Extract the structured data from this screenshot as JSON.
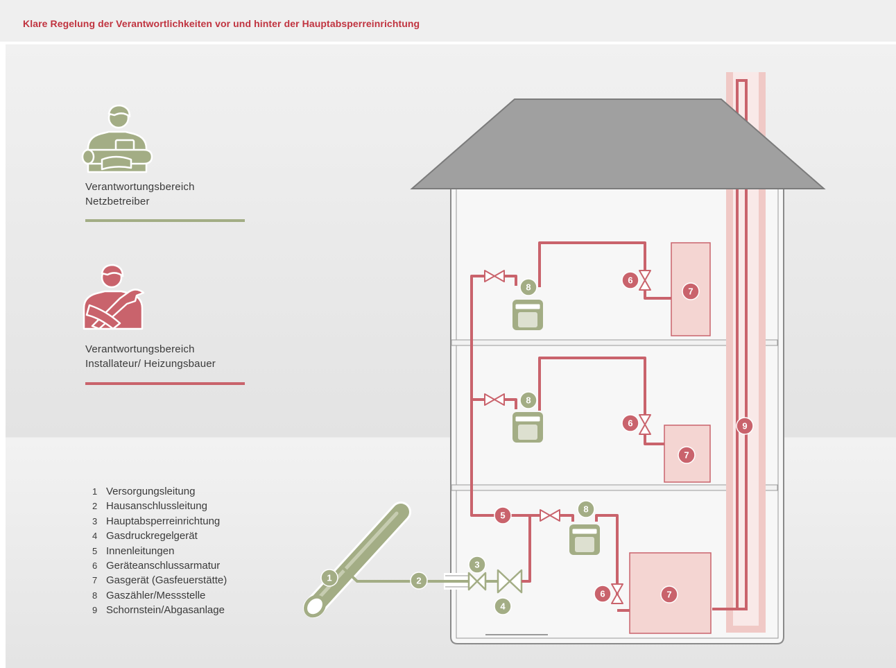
{
  "title": "Klare Regelung der Verantwortlichkeiten vor und hinter der Hauptabsperreinrichtung",
  "legend": [
    {
      "line1": "Verantwortungsbereich",
      "line2": "Netzbetreiber",
      "color": "#a3ad85"
    },
    {
      "line1": "Verantwortungsbereich",
      "line2": "Installateur/ Heizungsbauer",
      "color": "#c9636c"
    }
  ],
  "parts": [
    {
      "num": "1",
      "label": "Versorgungsleitung"
    },
    {
      "num": "2",
      "label": "Hausanschlussleitung"
    },
    {
      "num": "3",
      "label": "Hauptabsperreinrichtung"
    },
    {
      "num": "4",
      "label": "Gasdruckregelgerät"
    },
    {
      "num": "5",
      "label": "Innenleitungen"
    },
    {
      "num": "6",
      "label": "Geräteanschlussarmatur"
    },
    {
      "num": "7",
      "label": "Gasgerät (Gasfeuerstätte)"
    },
    {
      "num": "8",
      "label": "Gaszähler/Messstelle"
    },
    {
      "num": "9",
      "label": "Schornstein/Abgasanlage"
    }
  ],
  "badges": {
    "b1": "1",
    "b2": "2",
    "b3": "3",
    "b4": "4",
    "b5": "5",
    "b6": "6",
    "b7": "7",
    "b8": "8",
    "b9": "9"
  },
  "colors": {
    "title": "#c0333f",
    "netz_green": "#a3ad85",
    "installer_red": "#c9636c",
    "roof": "#9a9a9a",
    "chimney": "#f0c9c6",
    "appliance": "#f4d5d2"
  },
  "icons": [
    "network-operator-worker-icon",
    "installer-worker-icon"
  ]
}
